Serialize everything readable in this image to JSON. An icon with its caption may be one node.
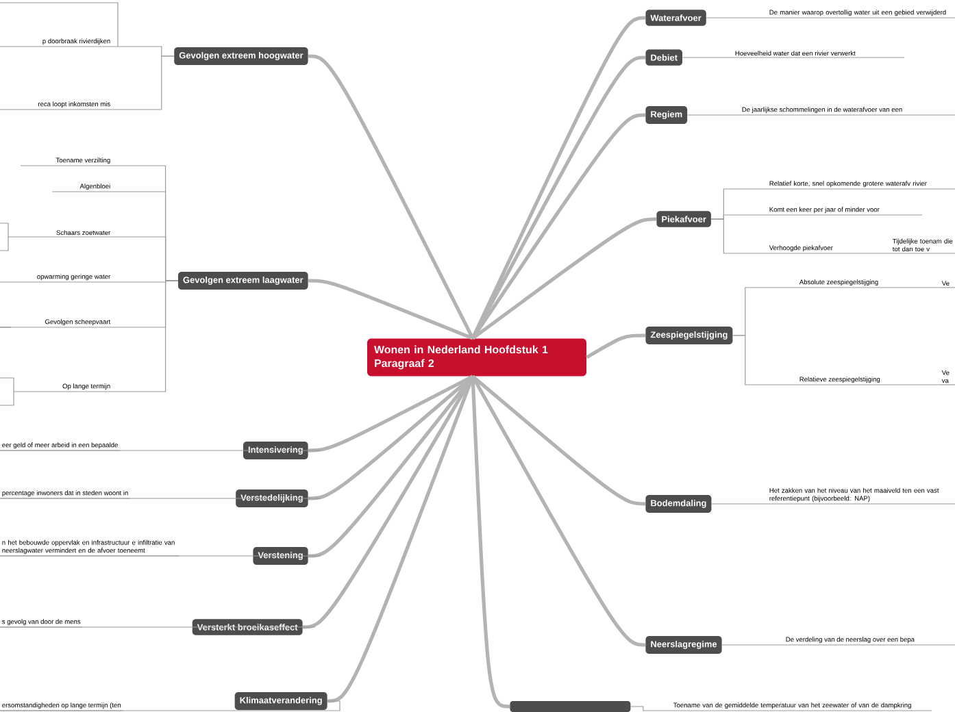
{
  "diagram": {
    "nodes": [
      {
        "text": [
          "Wonen in Nederland Hoofdstuk 1 Paragraaf 2"
        ]
      },
      {
        "text": [
          "Gevolgen extreem hoogwater"
        ]
      },
      {
        "text": [
          "p doorbraak rivierdijken"
        ]
      },
      {
        "text": [
          "reca loopt inkomsten mis"
        ]
      },
      {
        "text": [
          "Gevolgen extreem laagwater"
        ]
      },
      {
        "text": [
          "Toename verzilting"
        ]
      },
      {
        "text": [
          "Algenbloei"
        ]
      },
      {
        "text": [
          "Schaars zoetwater"
        ]
      },
      {
        "text": [
          "opwarming geringe water"
        ]
      },
      {
        "text": [
          "Gevolgen scheepvaart"
        ]
      },
      {
        "text": [
          "Op lange termijn"
        ]
      },
      {
        "text": [
          "Intensivering"
        ]
      },
      {
        "text": [
          "eer geld of meer arbeid in een bepaalde"
        ]
      },
      {
        "text": [
          "Verstedelijking"
        ]
      },
      {
        "text": [
          "percentage inwoners dat in steden woont in"
        ]
      },
      {
        "text": [
          "Verstening"
        ]
      },
      {
        "text": [
          "n het bebouwde oppervlak en infrastructuur e infiltratie van neerslagwater vermindert en de afvoer toeneemt"
        ]
      },
      {
        "text": [
          "Versterkt broeikaseffect"
        ]
      },
      {
        "text": [
          "s gevolg van door de mens"
        ]
      },
      {
        "text": [
          "Klimaatverandering"
        ]
      },
      {
        "text": [
          "ersomstandigheden op lange termijn (ten"
        ]
      },
      {
        "text": [
          "Waterafvoer"
        ]
      },
      {
        "text": [
          "De manier waarop overtollig water uit een gebied verwijderd"
        ]
      },
      {
        "text": [
          "Debiet"
        ]
      },
      {
        "text": [
          "Hoeveelheid water dat een rivier verwerkt"
        ]
      },
      {
        "text": [
          "Regiem"
        ]
      },
      {
        "text": [
          "De jaarlijkse schommelingen in de waterafvoer van een"
        ]
      },
      {
        "text": [
          "Piekafvoer"
        ]
      },
      {
        "text": [
          "Relatief korte, snel opkomende grotere waterafv rivier"
        ]
      },
      {
        "text": [
          "Komt een keer per jaar of minder voor"
        ]
      },
      {
        "text": [
          "Verhoogde piekafvoer"
        ]
      },
      {
        "text": [
          "Tijdelijke toenam die tot dan toe v"
        ]
      },
      {
        "text": [
          "Zeespiegelstijging"
        ]
      },
      {
        "text": [
          "Absolute zeespiegelstijging"
        ]
      },
      {
        "text": [
          "Ve"
        ]
      },
      {
        "text": [
          "Relatieve zeespiegelstijging"
        ]
      },
      {
        "text": [
          "Ve va"
        ]
      },
      {
        "text": [
          "Bodemdaling"
        ]
      },
      {
        "text": [
          "Het zakken van het niveau van het maaiveld ten een vast referentiepunt (bijvoorbeeld: NAP)"
        ]
      },
      {
        "text": [
          "Neerslagregime"
        ]
      },
      {
        "text": [
          "De verdeling van de neerslag over een bepa"
        ]
      },
      {
        "text": [],
        "shape": "box"
      },
      {
        "text": [
          "Toename van de gemiddelde temperatuur van het zeewater of van de dampkring"
        ]
      }
    ],
    "edges": [
      {
        "from": 0,
        "to": 1,
        "arrow": "none",
        "style": "thick"
      },
      {
        "from": 0,
        "to": 4,
        "arrow": "none",
        "style": "thick"
      },
      {
        "from": 0,
        "to": 11,
        "arrow": "none",
        "style": "thick"
      },
      {
        "from": 0,
        "to": 13,
        "arrow": "none",
        "style": "thick"
      },
      {
        "from": 0,
        "to": 15,
        "arrow": "none",
        "style": "thick"
      },
      {
        "from": 0,
        "to": 17,
        "arrow": "none",
        "style": "thick"
      },
      {
        "from": 0,
        "to": 19,
        "arrow": "none",
        "style": "thick"
      },
      {
        "from": 0,
        "to": 21,
        "arrow": "none",
        "style": "thick"
      },
      {
        "from": 0,
        "to": 23,
        "arrow": "none",
        "style": "thick"
      },
      {
        "from": 0,
        "to": 25,
        "arrow": "none",
        "style": "thick"
      },
      {
        "from": 0,
        "to": 27,
        "arrow": "none",
        "style": "thick"
      },
      {
        "from": 0,
        "to": 32,
        "arrow": "none",
        "style": "thick"
      },
      {
        "from": 0,
        "to": 37,
        "arrow": "none",
        "style": "thick"
      },
      {
        "from": 0,
        "to": 39,
        "arrow": "none",
        "style": "thick"
      },
      {
        "from": 0,
        "to": 41,
        "arrow": "none",
        "style": "thick"
      },
      {
        "from": 1,
        "to": 2,
        "arrow": "none"
      },
      {
        "from": 1,
        "to": 3,
        "arrow": "none"
      },
      {
        "from": 4,
        "to": 5,
        "arrow": "none"
      },
      {
        "from": 4,
        "to": 6,
        "arrow": "none"
      },
      {
        "from": 4,
        "to": 7,
        "arrow": "none"
      },
      {
        "from": 4,
        "to": 8,
        "arrow": "none"
      },
      {
        "from": 4,
        "to": 9,
        "arrow": "none"
      },
      {
        "from": 4,
        "to": 10,
        "arrow": "none"
      },
      {
        "from": 11,
        "to": 12,
        "arrow": "none"
      },
      {
        "from": 13,
        "to": 14,
        "arrow": "none"
      },
      {
        "from": 15,
        "to": 16,
        "arrow": "none"
      },
      {
        "from": 17,
        "to": 18,
        "arrow": "none"
      },
      {
        "from": 19,
        "to": 20,
        "arrow": "none"
      },
      {
        "from": 21,
        "to": 22,
        "arrow": "none"
      },
      {
        "from": 23,
        "to": 24,
        "arrow": "none"
      },
      {
        "from": 25,
        "to": 26,
        "arrow": "none"
      },
      {
        "from": 27,
        "to": 28,
        "arrow": "none"
      },
      {
        "from": 27,
        "to": 29,
        "arrow": "none"
      },
      {
        "from": 27,
        "to": 30,
        "arrow": "none"
      },
      {
        "from": 30,
        "to": 31,
        "arrow": "none"
      },
      {
        "from": 32,
        "to": 33,
        "arrow": "none"
      },
      {
        "from": 32,
        "to": 35,
        "arrow": "none"
      },
      {
        "from": 33,
        "to": 34,
        "arrow": "none"
      },
      {
        "from": 35,
        "to": 36,
        "arrow": "none"
      },
      {
        "from": 37,
        "to": 38,
        "arrow": "none"
      },
      {
        "from": 39,
        "to": 40,
        "arrow": "none"
      },
      {
        "from": 41,
        "to": 42,
        "arrow": "none"
      }
    ]
  }
}
